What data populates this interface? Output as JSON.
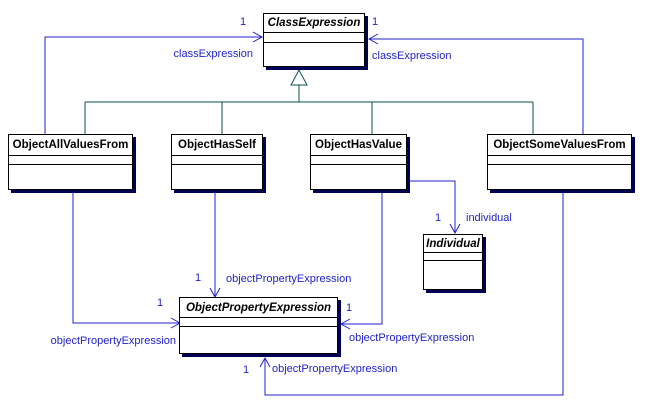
{
  "diagram_type": "UML class diagram",
  "colors": {
    "association": "#2222cc",
    "generalization": "#0d4f4f",
    "box_border": "#000000",
    "box_fill": "#ffffff",
    "box_shadow": "#000055",
    "label_text": "#2222cc",
    "name_text": "#000000",
    "background": "#ffffff"
  },
  "classes": [
    {
      "name": "ClassExpression",
      "abstract": true,
      "attributes": [],
      "operations": []
    },
    {
      "name": "ObjectAllValuesFrom",
      "abstract": false,
      "attributes": [],
      "operations": []
    },
    {
      "name": "ObjectHasSelf",
      "abstract": false,
      "attributes": [],
      "operations": []
    },
    {
      "name": "ObjectHasValue",
      "abstract": false,
      "attributes": [],
      "operations": []
    },
    {
      "name": "ObjectSomeValuesFrom",
      "abstract": false,
      "attributes": [],
      "operations": []
    },
    {
      "name": "Individual",
      "abstract": true,
      "attributes": [],
      "operations": []
    },
    {
      "name": "ObjectPropertyExpression",
      "abstract": true,
      "attributes": [],
      "operations": []
    }
  ],
  "generalizations": [
    {
      "parent": "ClassExpression",
      "children": [
        "ObjectAllValuesFrom",
        "ObjectHasSelf",
        "ObjectHasValue",
        "ObjectSomeValuesFrom"
      ]
    }
  ],
  "associations": [
    {
      "from": "ObjectAllValuesFrom",
      "to": "ClassExpression",
      "multiplicity": "1",
      "role": "classExpression"
    },
    {
      "from": "ObjectSomeValuesFrom",
      "to": "ClassExpression",
      "multiplicity": "1",
      "role": "classExpression"
    },
    {
      "from": "ObjectHasSelf",
      "to": "ObjectPropertyExpression",
      "multiplicity": "1",
      "role": "objectPropertyExpression"
    },
    {
      "from": "ObjectAllValuesFrom",
      "to": "ObjectPropertyExpression",
      "multiplicity": "1",
      "role": "objectPropertyExpression"
    },
    {
      "from": "ObjectHasValue",
      "to": "ObjectPropertyExpression",
      "multiplicity": "1",
      "role": "objectPropertyExpression"
    },
    {
      "from": "ObjectHasValue",
      "to": "Individual",
      "multiplicity": "1",
      "role": "individual"
    },
    {
      "from": "ObjectSomeValuesFrom",
      "to": "ObjectPropertyExpression",
      "multiplicity": "1",
      "role": "objectPropertyExpression"
    }
  ]
}
